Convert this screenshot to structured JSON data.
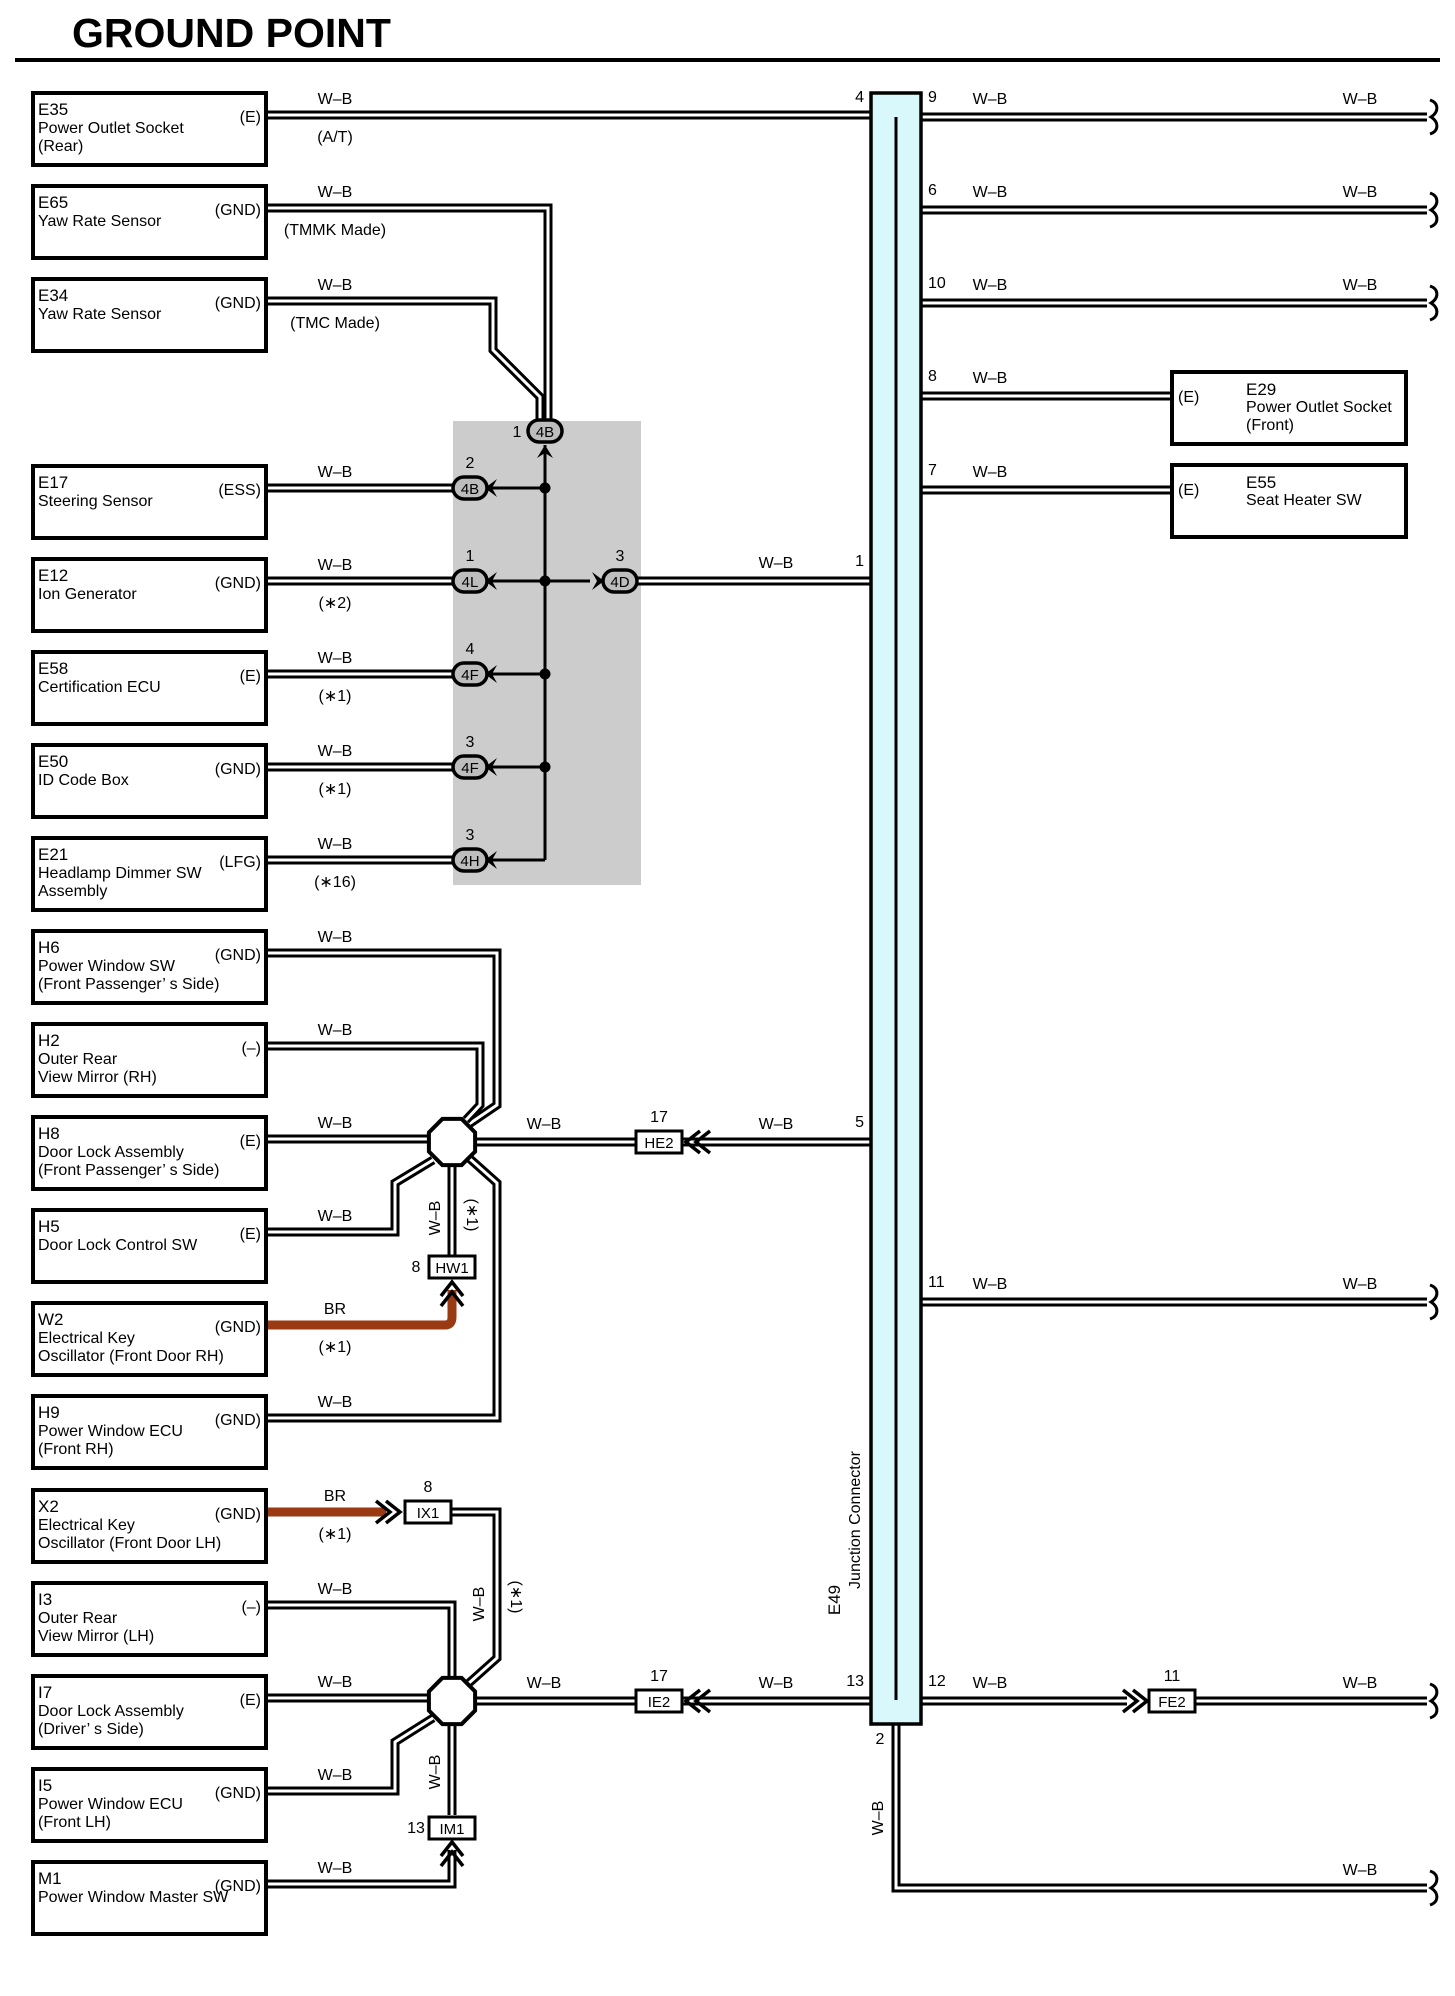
{
  "title": "GROUND POINT",
  "junction_connector": {
    "code": "E49",
    "name": "Junction Connector"
  },
  "left_components": [
    {
      "code": "E35",
      "name_lines": [
        "Power Outlet Socket",
        "(Rear)"
      ],
      "terminal": "(E)",
      "wire": "W–B",
      "note": "(A/T)"
    },
    {
      "code": "E65",
      "name_lines": [
        "Yaw Rate Sensor"
      ],
      "terminal": "(GND)",
      "wire": "W–B",
      "note": "(TMMK Made)"
    },
    {
      "code": "E34",
      "name_lines": [
        "Yaw Rate Sensor"
      ],
      "terminal": "(GND)",
      "wire": "W–B",
      "note": "(TMC Made)"
    },
    {
      "code": "E17",
      "name_lines": [
        "Steering Sensor"
      ],
      "terminal": "(ESS)",
      "wire": "W–B",
      "note": ""
    },
    {
      "code": "E12",
      "name_lines": [
        "Ion Generator"
      ],
      "terminal": "(GND)",
      "wire": "W–B",
      "note": "(∗2)"
    },
    {
      "code": "E58",
      "name_lines": [
        "Certification ECU"
      ],
      "terminal": "(E)",
      "wire": "W–B",
      "note": "(∗1)"
    },
    {
      "code": "E50",
      "name_lines": [
        "ID Code Box"
      ],
      "terminal": "(GND)",
      "wire": "W–B",
      "note": "(∗1)"
    },
    {
      "code": "E21",
      "name_lines": [
        "Headlamp Dimmer SW",
        "Assembly"
      ],
      "terminal": "(LFG)",
      "wire": "W–B",
      "note": "(∗16)"
    },
    {
      "code": "H6",
      "name_lines": [
        "Power Window SW",
        "(Front Passenger’ s Side)"
      ],
      "terminal": "(GND)",
      "wire": "W–B",
      "note": ""
    },
    {
      "code": "H2",
      "name_lines": [
        "Outer Rear",
        "View Mirror (RH)"
      ],
      "terminal": "(–)",
      "wire": "W–B",
      "note": ""
    },
    {
      "code": "H8",
      "name_lines": [
        "Door Lock Assembly",
        "(Front Passenger’ s Side)"
      ],
      "terminal": "(E)",
      "wire": "W–B",
      "note": ""
    },
    {
      "code": "H5",
      "name_lines": [
        "Door Lock Control SW"
      ],
      "terminal": "(E)",
      "wire": "W–B",
      "note": ""
    },
    {
      "code": "W2",
      "name_lines": [
        "Electrical Key",
        "Oscillator (Front Door RH)"
      ],
      "terminal": "(GND)",
      "wire": "BR",
      "note": "(∗1)"
    },
    {
      "code": "H9",
      "name_lines": [
        "Power Window ECU",
        "(Front RH)"
      ],
      "terminal": "(GND)",
      "wire": "W–B",
      "note": ""
    },
    {
      "code": "X2",
      "name_lines": [
        "Electrical Key",
        "Oscillator (Front Door LH)"
      ],
      "terminal": "(GND)",
      "wire": "BR",
      "note": "(∗1)"
    },
    {
      "code": "I3",
      "name_lines": [
        "Outer Rear",
        "View Mirror (LH)"
      ],
      "terminal": "(–)",
      "wire": "W–B",
      "note": ""
    },
    {
      "code": "I7",
      "name_lines": [
        "Door Lock Assembly",
        "(Driver’ s Side)"
      ],
      "terminal": "(E)",
      "wire": "W–B",
      "note": ""
    },
    {
      "code": "I5",
      "name_lines": [
        "Power Window ECU",
        "(Front LH)"
      ],
      "terminal": "(GND)",
      "wire": "W–B",
      "note": ""
    },
    {
      "code": "M1",
      "name_lines": [
        "Power Window Master SW"
      ],
      "terminal": "(GND)",
      "wire": "W–B",
      "note": ""
    }
  ],
  "right_components": [
    {
      "code": "E29",
      "name_lines": [
        "Power Outlet Socket",
        "(Front)"
      ],
      "terminal": "(E)"
    },
    {
      "code": "E55",
      "name_lines": [
        "Seat Heater SW"
      ],
      "terminal": "(E)"
    }
  ],
  "inline_connectors": [
    {
      "id": "4B",
      "pin": "1"
    },
    {
      "id": "4B",
      "pin": "2"
    },
    {
      "id": "4L",
      "pin": "1"
    },
    {
      "id": "4D",
      "pin": "3"
    },
    {
      "id": "4F",
      "pin": "4"
    },
    {
      "id": "4F",
      "pin": "3"
    },
    {
      "id": "4H",
      "pin": "3"
    },
    {
      "id": "HE2",
      "pin": "17"
    },
    {
      "id": "HW1",
      "pin": "8"
    },
    {
      "id": "IX1",
      "pin": "8"
    },
    {
      "id": "IE2",
      "pin": "17"
    },
    {
      "id": "IM1",
      "pin": "13"
    },
    {
      "id": "FE2",
      "pin": "11"
    }
  ],
  "junction_pins": {
    "left": [
      "4",
      "1",
      "5",
      "13"
    ],
    "right": [
      "9",
      "6",
      "10",
      "8",
      "7",
      "11",
      "12"
    ],
    "bottom": "2"
  },
  "wire_labels": {
    "right_wb": "W–B",
    "hub_note": "(∗1)"
  },
  "colors": {
    "wire": "#000000",
    "br_wire": "#9a3a12",
    "splice_box": "#cccccc",
    "junction": "#d8f8fb"
  }
}
